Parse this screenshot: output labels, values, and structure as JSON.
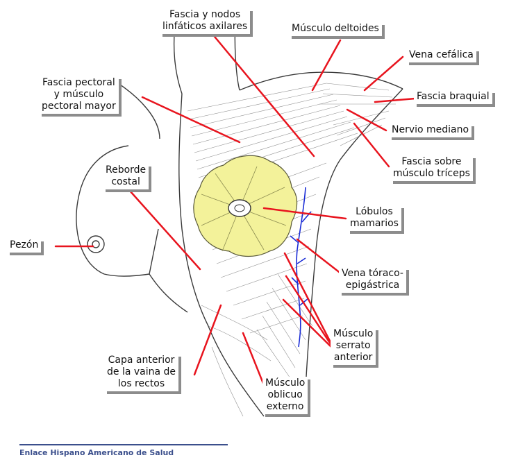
{
  "colors": {
    "leader_line": "#e8141e",
    "gland_fill": "#f3f29a",
    "vein": "#1a2cd6",
    "footer": "#3b4f8c"
  },
  "labels": {
    "fascia_axilar": [
      "Fascia y nodos",
      "linfáticos axilares"
    ],
    "deltoides": [
      "Músculo deltoides"
    ],
    "vena_cefalica": [
      "Vena cefálica"
    ],
    "fascia_braquial": [
      "Fascia braquial"
    ],
    "nervio_mediano": [
      "Nervio mediano"
    ],
    "fascia_triceps": [
      "Fascia sobre",
      "músculo tríceps"
    ],
    "pectoral": [
      "Fascia pectoral",
      "y músculo",
      "pectoral mayor"
    ],
    "reborde_costal": [
      "Reborde",
      "costal"
    ],
    "lobulos": [
      "Lóbulos",
      "mamarios"
    ],
    "pezon": [
      "Pezón"
    ],
    "vena_toraco": [
      "Vena tóraco-",
      "epigástrica"
    ],
    "serrato": [
      "Músculo",
      "serrato",
      "anterior"
    ],
    "capa_rectos": [
      "Capa anterior",
      "de la vaina de",
      "los rectos"
    ],
    "oblicuo": [
      "Músculo",
      "oblicuo",
      "externo"
    ]
  },
  "footer": "Enlace Hispano Americano de Salud"
}
